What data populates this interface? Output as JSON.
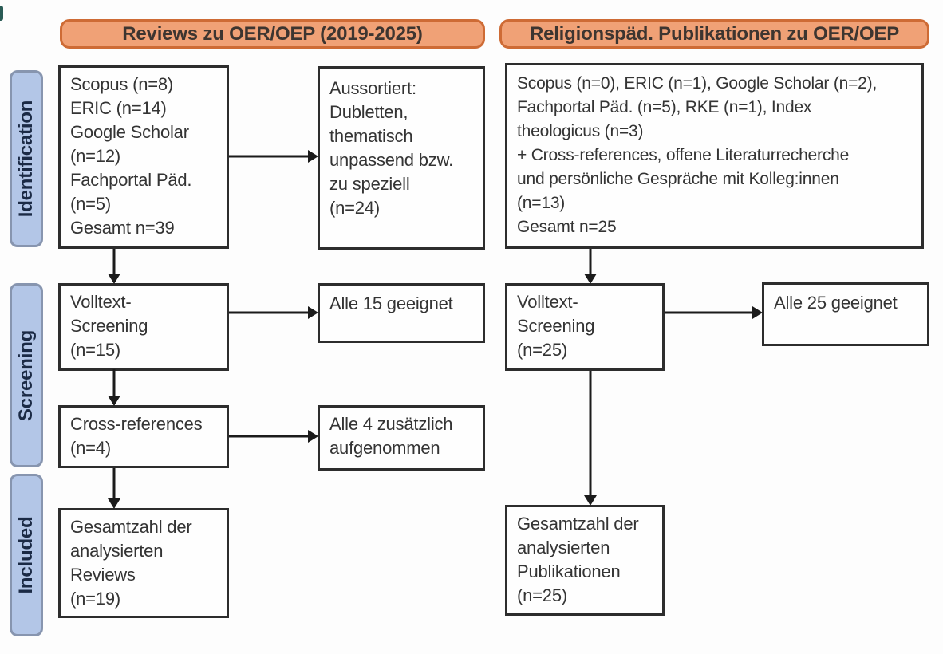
{
  "colors": {
    "header_fill": "#F0A176",
    "header_border": "#CE6B35",
    "header_text": "#3D3530",
    "stage_fill": "#B3C6E7",
    "stage_border": "#8795AF",
    "stage_text": "#1B2A45",
    "box_border": "#2D2D2D",
    "box_text": "#343434",
    "arrow": "#1B1B1B",
    "corner_fragment": "#2A5B55"
  },
  "headers": {
    "left": "Reviews zu OER/OEP (2019-2025)",
    "right": "Religionspäd. Publikationen zu OER/OEP"
  },
  "stages": [
    {
      "label": "Identification"
    },
    {
      "label": "Screening"
    },
    {
      "label": "Included"
    }
  ],
  "left_column": {
    "identification": "Scopus (n=8)\nERIC (n=14)\nGoogle Scholar\n(n=12)\nFachportal Päd.\n(n=5)\nGesamt n=39",
    "excluded": "Aussortiert:\nDubletten,\nthematisch\nunpassend bzw.\nzu speziell\n(n=24)",
    "fulltext": "Volltext-\nScreening\n(n=15)",
    "fulltext_result": "Alle 15 geeignet",
    "crossref": "Cross-references\n(n=4)",
    "crossref_result": "Alle 4 zusätzlich\naufgenommen",
    "included": "Gesamtzahl der\nanalysierten\nReviews\n(n=19)"
  },
  "right_column": {
    "identification": "Scopus (n=0), ERIC (n=1), Google Scholar (n=2),\nFachportal Päd. (n=5), RKE (n=1), Index\ntheologicus (n=3)\n+ Cross-references, offene Literaturrecherche\nund persönliche Gespräche mit Kolleg:innen\n(n=13)\nGesamt n=25",
    "fulltext": "Volltext-\nScreening\n(n=25)",
    "fulltext_result": "Alle 25 geeignet",
    "included": "Gesamtzahl der\nanalysierten\nPublikationen\n(n=25)"
  }
}
